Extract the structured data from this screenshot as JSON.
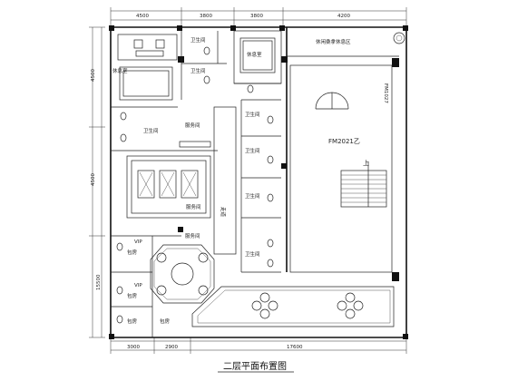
{
  "labels": {
    "rest_room_a": "卫生间",
    "rest_room_b": "卫生间",
    "rest_room_c": "卫生间",
    "rest_room_d": "卫生间",
    "rest_room_e": "卫生间",
    "rest_room_f": "卫生间",
    "toilet_top": "卫生间",
    "service_room_a": "服务间",
    "service_room_b": "服务间",
    "service_room_c": "服务间",
    "room_label_top": "休息室",
    "upper_right_room": "休闲桑拿休息区",
    "fm_door_1": "FM1027",
    "fm_door_2": "FM2021乙",
    "stair_up": "上",
    "corridor_label": "走道",
    "bottom_room_a": "包房",
    "bottom_room_b": "包房",
    "bottom_room_c": "包房",
    "bottom_room_d": "包房",
    "vip_a": "VIP",
    "vip_b": "VIP",
    "drawing_title": "二层平面布置图"
  },
  "dimensions": {
    "top_1": "4500",
    "top_2": "3800",
    "top_3": "3800",
    "top_4": "4200",
    "bottom_1": "3000",
    "bottom_2": "2900",
    "bottom_3": "17600",
    "left_1": "4500",
    "left_2": "4500",
    "left_3": "15500"
  }
}
